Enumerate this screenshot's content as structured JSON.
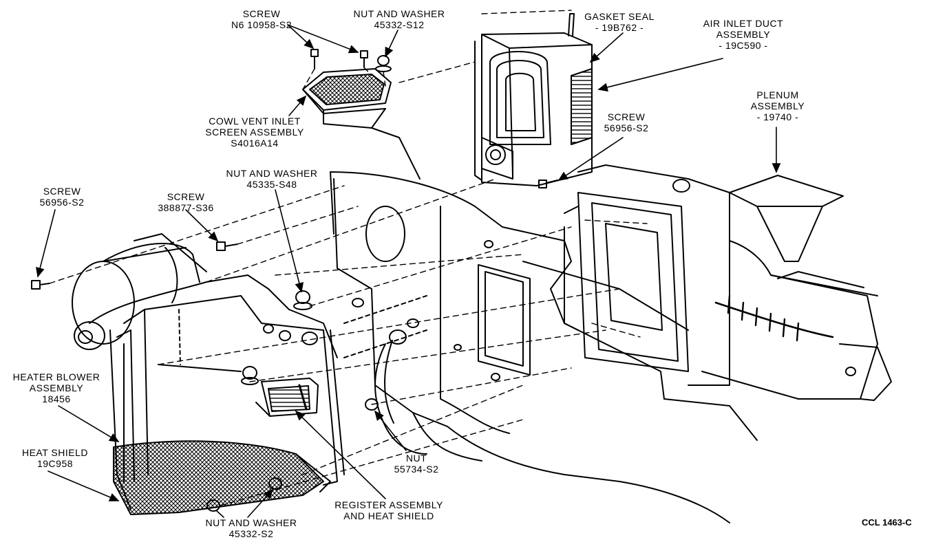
{
  "callouts": {
    "screw_n6": {
      "name": "SCREW",
      "part": "N6 10958-S2"
    },
    "nut_washer_top": {
      "name": "NUT AND WASHER",
      "part": "45332-S12"
    },
    "gasket_seal": {
      "name": "GASKET SEAL",
      "part": "- 19B762 -"
    },
    "air_inlet_duct": {
      "name_line1": "AIR INLET DUCT",
      "name_line2": "ASSEMBLY",
      "part": "- 19C590 -"
    },
    "cowl_vent": {
      "name_line1": "COWL VENT INLET",
      "name_line2": "SCREEN ASSEMBLY",
      "part": "S4016A14"
    },
    "plenum": {
      "name_line1": "PLENUM",
      "name_line2": "ASSEMBLY",
      "part": "- 19740 -"
    },
    "screw_right": {
      "name": "SCREW",
      "part": "56956-S2"
    },
    "nut_washer_mid": {
      "name": "NUT AND WASHER",
      "part": "45335-S48"
    },
    "screw_left": {
      "name": "SCREW",
      "part": "56956-S2"
    },
    "screw_388877": {
      "name": "SCREW",
      "part": "388877-S36"
    },
    "heater_blower": {
      "name_line1": "HEATER BLOWER",
      "name_line2": "ASSEMBLY",
      "part": "18456"
    },
    "heat_shield": {
      "name": "HEAT SHIELD",
      "part": "19C958"
    },
    "nut_55734": {
      "name": "NUT",
      "part": "55734-S2"
    },
    "register": {
      "name_line1": "REGISTER ASSEMBLY",
      "name_line2": "AND HEAT SHIELD"
    },
    "nut_washer_bottom": {
      "name": "NUT AND WASHER",
      "part": "45332-S2"
    }
  },
  "figure_ref": "CCL 1463-C"
}
